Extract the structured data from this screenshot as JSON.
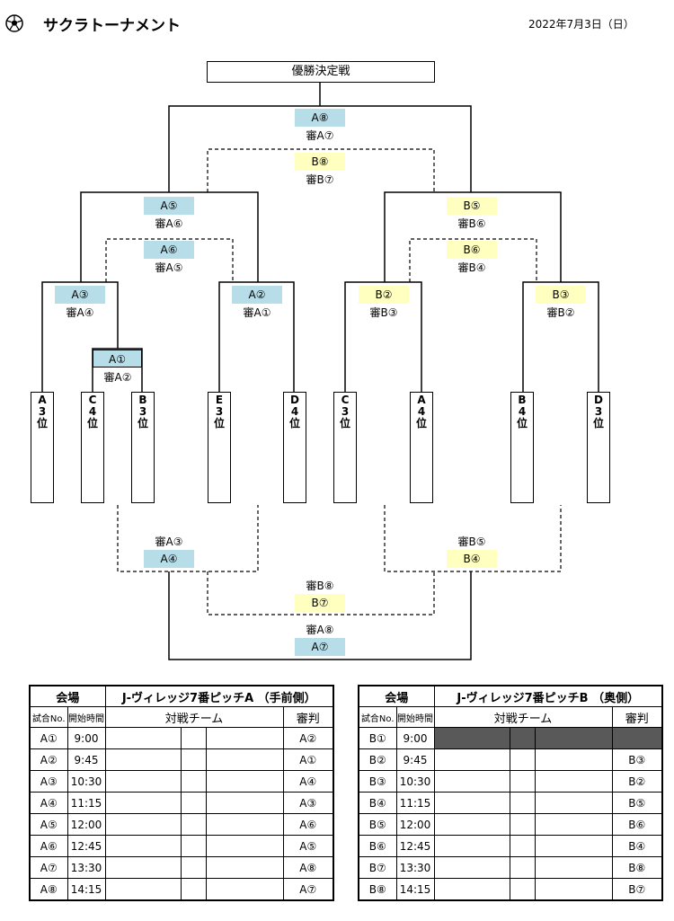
{
  "header": {
    "title": "サクラトーナメント",
    "date": "2022年7月3日（日）"
  },
  "bracket": {
    "final_label": "優勝決定戦",
    "matches": {
      "a8": "A⑧",
      "a8_ref": "審A⑦",
      "b8": "B⑧",
      "b8_ref": "審B⑦",
      "a5": "A⑤",
      "a5_ref": "審A⑥",
      "a6": "A⑥",
      "a6_ref": "審A⑤",
      "b5": "B⑤",
      "b5_ref": "審B⑥",
      "b6": "B⑥",
      "b6_ref": "審B④",
      "a3": "A③",
      "a3_ref": "審A④",
      "a2": "A②",
      "a2_ref": "審A①",
      "b2": "B②",
      "b2_ref": "審B③",
      "b3": "B③",
      "b3_ref": "審B②",
      "a1": "A①",
      "a1_ref": "審A②",
      "a4_ref": "審A③",
      "a4": "A④",
      "b4_ref": "審B⑤",
      "b4": "B④",
      "b7_ref": "審B⑧",
      "b7": "B⑦",
      "a7_ref": "審A⑧",
      "a7": "A⑦"
    },
    "teams": [
      {
        "letter": "A",
        "rank": "3",
        "unit": "位"
      },
      {
        "letter": "C",
        "rank": "4",
        "unit": "位"
      },
      {
        "letter": "B",
        "rank": "3",
        "unit": "位"
      },
      {
        "letter": "E",
        "rank": "3",
        "unit": "位"
      },
      {
        "letter": "D",
        "rank": "4",
        "unit": "位"
      },
      {
        "letter": "C",
        "rank": "3",
        "unit": "位"
      },
      {
        "letter": "A",
        "rank": "4",
        "unit": "位"
      },
      {
        "letter": "B",
        "rank": "4",
        "unit": "位"
      },
      {
        "letter": "D",
        "rank": "3",
        "unit": "位"
      }
    ]
  },
  "schedule_a": {
    "venue_label": "会場",
    "venue_name": "J-ヴィレッジ7番ピッチA （手前側）",
    "col_match": "試合No.",
    "col_time": "開始時間",
    "col_teams": "対戦チーム",
    "col_ref": "審判",
    "rows": [
      {
        "no": "A①",
        "time": "9:00",
        "ref": "A②"
      },
      {
        "no": "A②",
        "time": "9:45",
        "ref": "A①"
      },
      {
        "no": "A③",
        "time": "10:30",
        "ref": "A④"
      },
      {
        "no": "A④",
        "time": "11:15",
        "ref": "A③"
      },
      {
        "no": "A⑤",
        "time": "12:00",
        "ref": "A⑥"
      },
      {
        "no": "A⑥",
        "time": "12:45",
        "ref": "A⑤"
      },
      {
        "no": "A⑦",
        "time": "13:30",
        "ref": "A⑧"
      },
      {
        "no": "A⑧",
        "time": "14:15",
        "ref": "A⑦"
      }
    ]
  },
  "schedule_b": {
    "venue_label": "会場",
    "venue_name": "J-ヴィレッジ7番ピッチB （奥側）",
    "col_match": "試合No.",
    "col_time": "開始時間",
    "col_teams": "対戦チーム",
    "col_ref": "審判",
    "rows": [
      {
        "no": "B①",
        "time": "9:00",
        "ref": ""
      },
      {
        "no": "B②",
        "time": "9:45",
        "ref": "B③"
      },
      {
        "no": "B③",
        "time": "10:30",
        "ref": "B②"
      },
      {
        "no": "B④",
        "time": "11:15",
        "ref": "B⑤"
      },
      {
        "no": "B⑤",
        "time": "12:00",
        "ref": "B⑥"
      },
      {
        "no": "B⑥",
        "time": "12:45",
        "ref": "B④"
      },
      {
        "no": "B⑦",
        "time": "13:30",
        "ref": "B⑧"
      },
      {
        "no": "B⑧",
        "time": "14:15",
        "ref": "B⑦"
      }
    ]
  }
}
